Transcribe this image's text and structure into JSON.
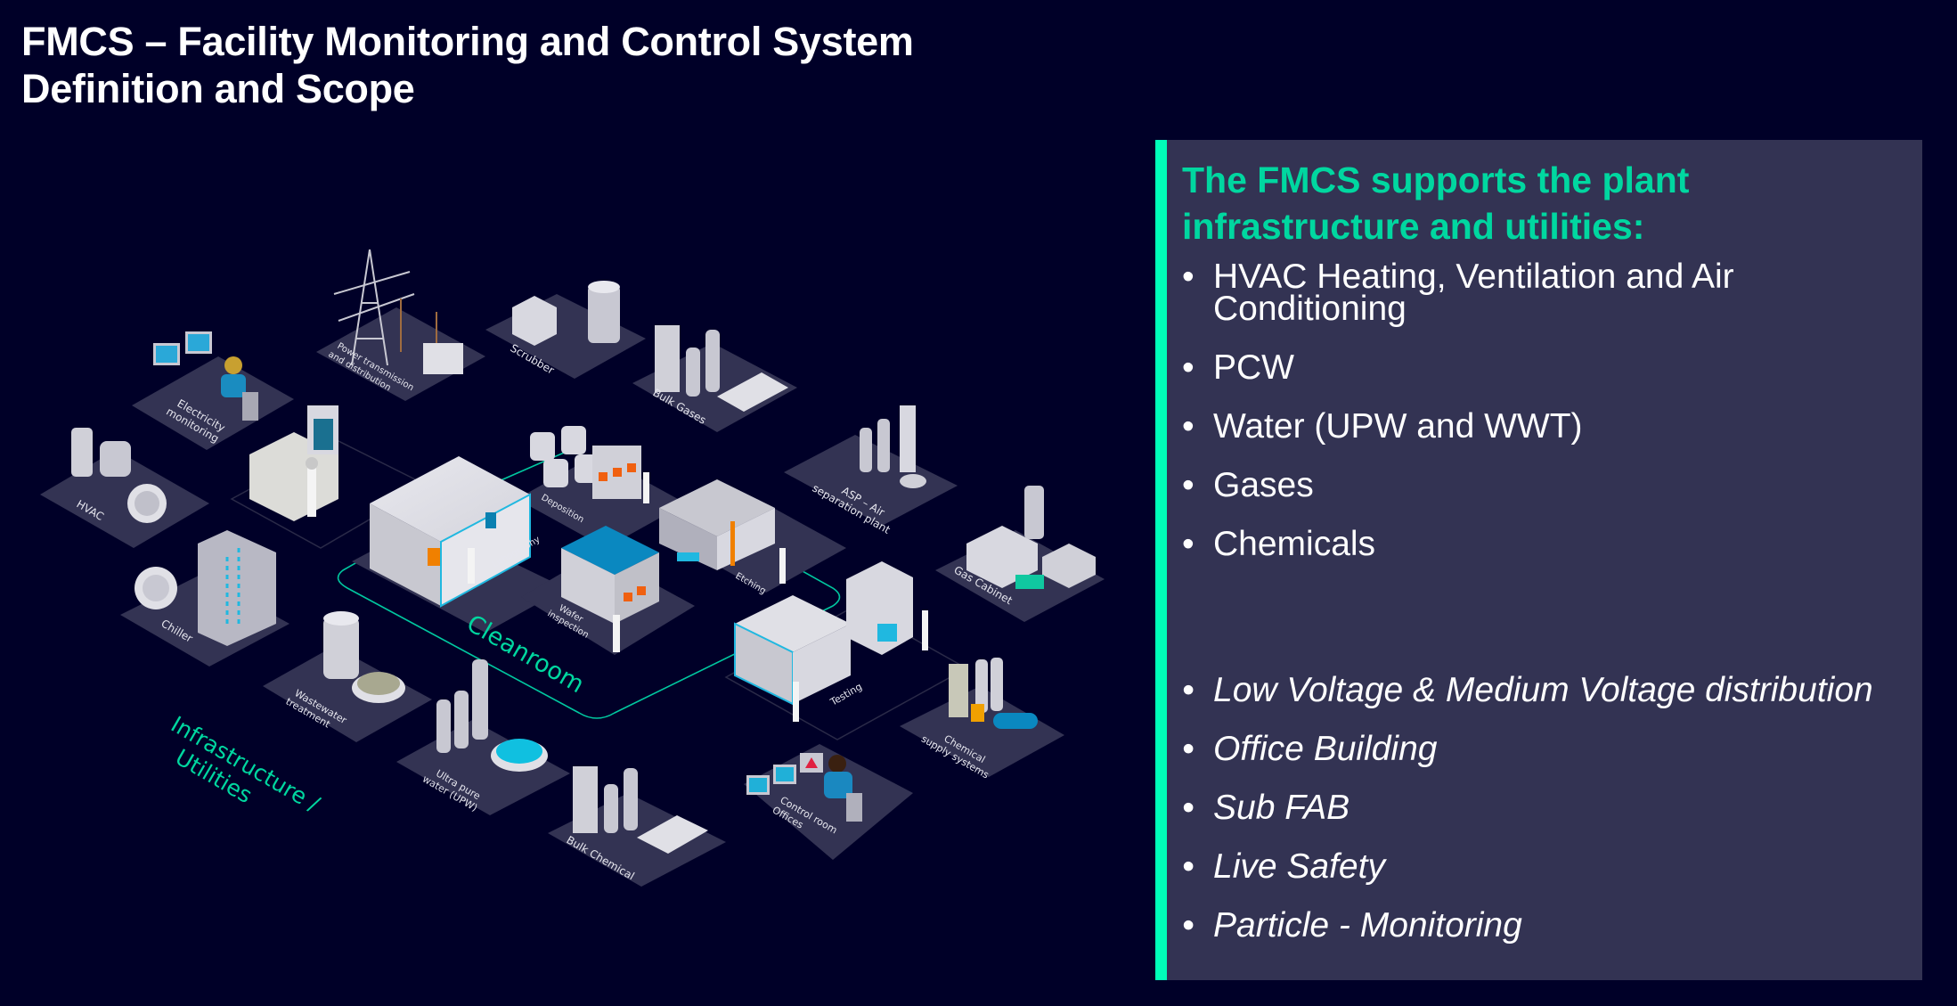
{
  "title": {
    "line1": "FMCS – Facility Monitoring and Control System",
    "line2": "Definition and Scope"
  },
  "panel": {
    "heading": "The FMCS supports the plant infrastructure and utilities:",
    "accent_color": "#00ffb9",
    "primary_items": [
      "HVAC Heating, Ventilation and Air Conditioning",
      "PCW",
      "Water (UPW and WWT)",
      "Gases",
      "Chemicals"
    ],
    "secondary_items": [
      "Low Voltage & Medium Voltage distribution",
      "Office Building",
      "Sub FAB",
      "Live Safety",
      "Particle - Monitoring"
    ]
  },
  "illustration": {
    "zone_labels": {
      "cleanroom": "Cleanroom",
      "infrastructure": "Infrastructure /",
      "utilities": "Utilities"
    },
    "tiles": {
      "electricity": [
        "Electricity",
        "monitoring"
      ],
      "power": [
        "Power transmission",
        "and distribution"
      ],
      "scrubber": [
        "Scrubber"
      ],
      "bulk_gases": [
        "Bulk Gases"
      ],
      "asp": [
        "ASP – Air",
        "separation plant"
      ],
      "gas_cabinet": [
        "Gas Cabinet"
      ],
      "hvac": [
        "HVAC"
      ],
      "chiller": [
        "Chiller"
      ],
      "lithography": [
        "Lithography"
      ],
      "deposition": [
        "Deposition"
      ],
      "etching": [
        "Etching"
      ],
      "wafer": [
        "Wafer",
        "inspection"
      ],
      "testing": [
        "Testing"
      ],
      "chemical_supply": [
        "Chemical",
        "supply systems"
      ],
      "wastewater": [
        "Wastewater",
        "treatment"
      ],
      "upw": [
        "Ultra pure",
        "water (UPW)"
      ],
      "bulk_chemical": [
        "Bulk Chemical"
      ],
      "control_room": [
        "Control room",
        "Offices"
      ]
    }
  }
}
